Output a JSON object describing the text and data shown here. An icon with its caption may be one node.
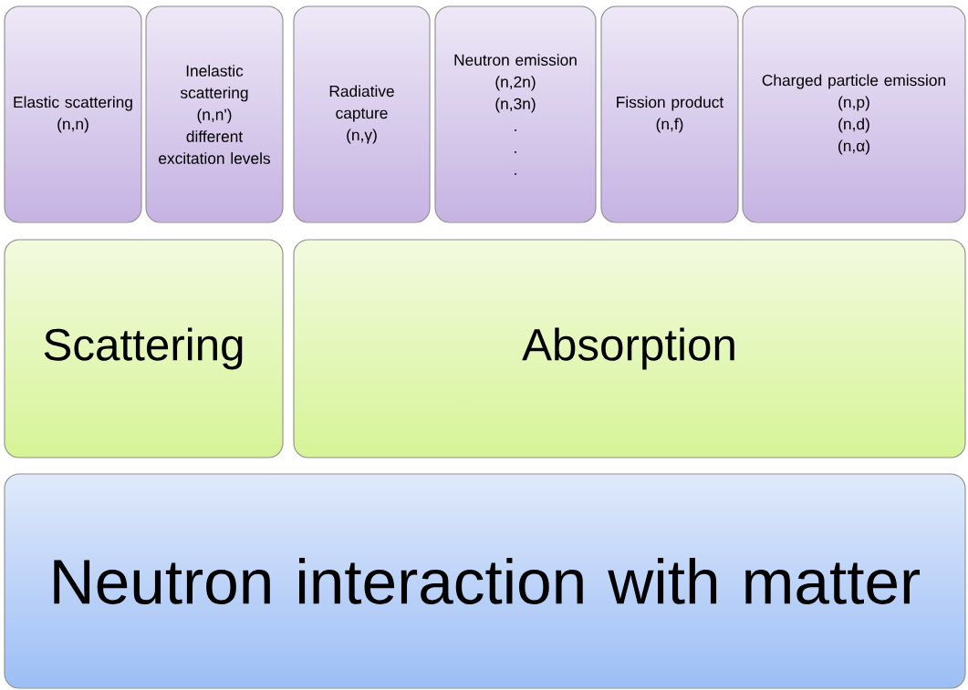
{
  "diagram": {
    "nodes": [
      {
        "text": [
          "Elastic scattering",
          "(n,n)"
        ]
      },
      {
        "text": [
          "Inelastic scattering",
          "(n,n')",
          "different excitation levels"
        ]
      },
      {
        "text": [
          "Radiative capture",
          "(n,γ)"
        ]
      },
      {
        "text": [
          "Neutron emission",
          "(n,2n)",
          "(n,3n)",
          ".",
          ".",
          "."
        ]
      },
      {
        "text": [
          "Fission product",
          "(n,f)"
        ]
      },
      {
        "text": [
          "Charged particle emission",
          "(n,p)",
          "(n,d)",
          "(n,α)"
        ]
      },
      {
        "text": [
          "Scattering"
        ]
      },
      {
        "text": [
          "Absorption"
        ]
      },
      {
        "text": [
          "Neutron interaction with matter"
        ]
      }
    ]
  }
}
